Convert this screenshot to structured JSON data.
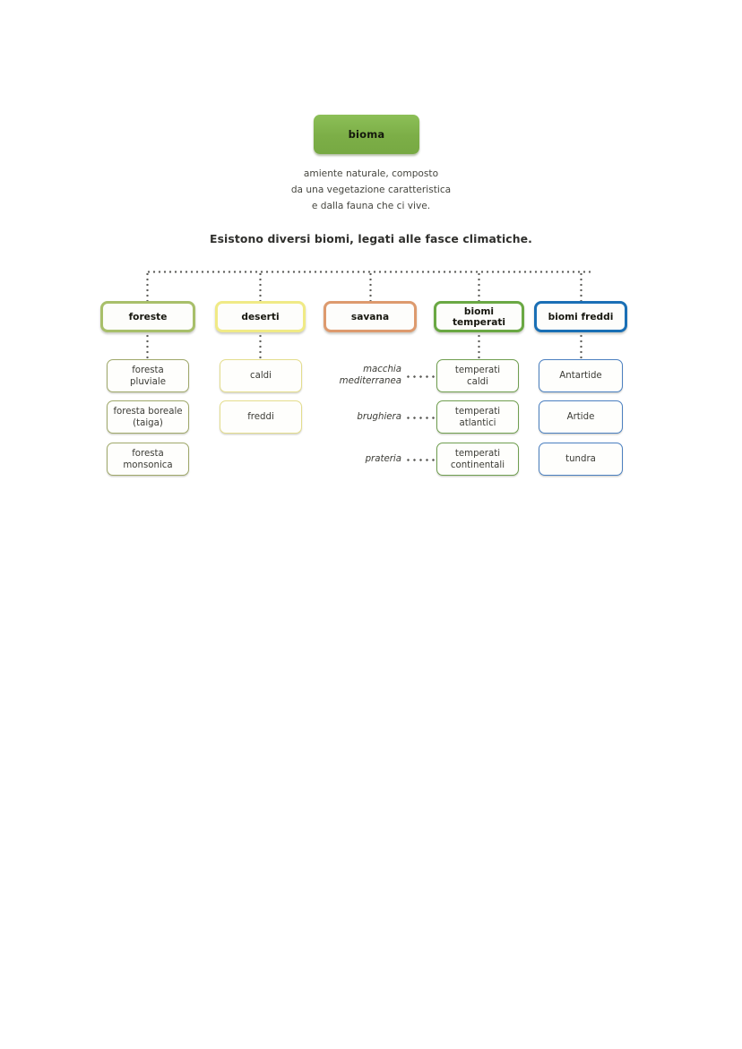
{
  "root": {
    "label": "bioma",
    "fill_color": "#7cae47",
    "description_lines": [
      "amiente naturale, composto",
      "da una vegetazione caratteristica",
      "e dalla fauna che ci vive."
    ]
  },
  "tagline": "Esistono diversi biomi, legati alle fasce climatiche.",
  "categories": [
    {
      "label": "foreste",
      "border_color": "#a8bf6a",
      "leaves": [
        {
          "line1": "foresta",
          "line2": "pluviale",
          "border_color": "#9fa86a"
        },
        {
          "line1": "foresta boreale",
          "line2": "(taiga)",
          "border_color": "#9fa86a"
        },
        {
          "line1": "foresta",
          "line2": "monsonica",
          "border_color": "#9fa86a"
        }
      ]
    },
    {
      "label": "deserti",
      "border_color": "#f0ea86",
      "leaves": [
        {
          "line1": "caldi",
          "line2": "",
          "border_color": "#e4dd8d"
        },
        {
          "line1": "freddi",
          "line2": "",
          "border_color": "#e4dd8d"
        }
      ]
    },
    {
      "label": "savana",
      "border_color": "#dd9a6e",
      "leaves": []
    },
    {
      "label_line1": "biomi",
      "label_line2": "temperati",
      "border_color": "#6aa843",
      "leaves": [
        {
          "line1": "temperati",
          "line2": "caldi",
          "border_color": "#6f9e4f",
          "note_line1": "macchia",
          "note_line2": "mediterranea"
        },
        {
          "line1": "temperati",
          "line2": "atlantici",
          "border_color": "#6f9e4f",
          "note_line1": "brughiera",
          "note_line2": ""
        },
        {
          "line1": "temperati",
          "line2": "continentali",
          "border_color": "#6f9e4f",
          "note_line1": "prateria",
          "note_line2": ""
        }
      ]
    },
    {
      "label": "biomi freddi",
      "border_color": "#1a6fb5",
      "leaves": [
        {
          "line1": "Antartide",
          "line2": "",
          "border_color": "#4a7fc0"
        },
        {
          "line1": "Artide",
          "line2": "",
          "border_color": "#4a7fc0"
        },
        {
          "line1": "tundra",
          "line2": "",
          "border_color": "#4a7fc0"
        }
      ]
    }
  ]
}
